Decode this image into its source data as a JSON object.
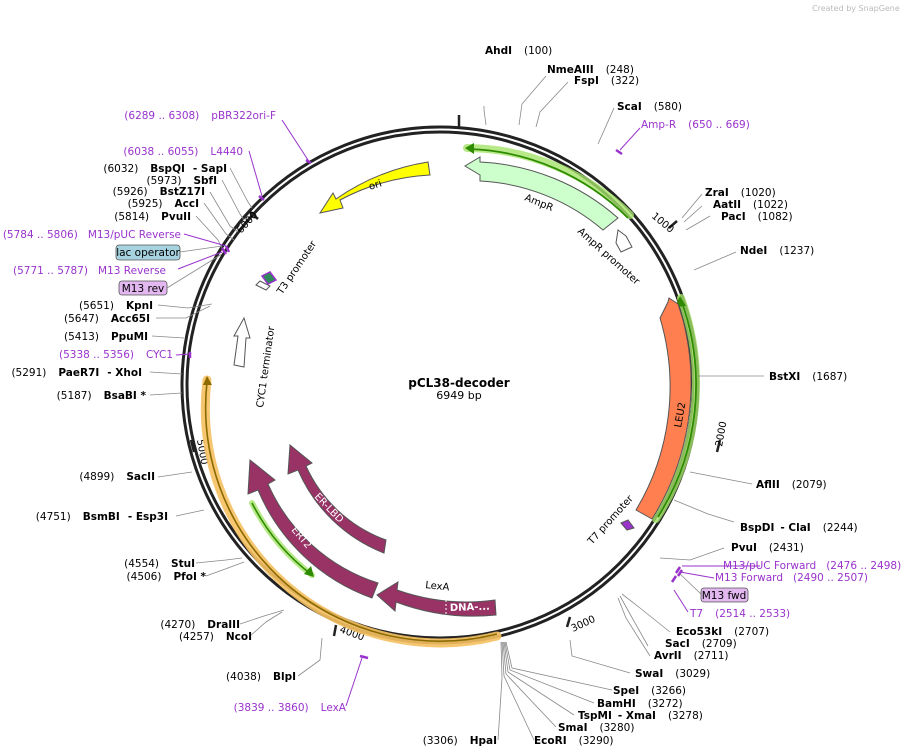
{
  "credit": "Created by SnapGene",
  "plasmid": {
    "name": "pCL38-decoder",
    "size_label": "6949 bp",
    "length": 6949
  },
  "ticks": [
    "1000",
    "2000",
    "3000",
    "4000",
    "5000",
    "6000"
  ],
  "colors": {
    "ori": "#ffff00",
    "ampr": "#ccffcc",
    "leu2": "#ff7f50",
    "lexa": "#993366",
    "primer": "#9933cc",
    "highlight_green": "#a6e36b",
    "highlight_orange": "#f5c060",
    "arrow_green": "#2e8b00"
  },
  "sites": [
    {
      "name": "AhdI",
      "pos": "(100)",
      "suffix": ""
    },
    {
      "name": "NmeAIII",
      "pos": "(248)",
      "suffix": ""
    },
    {
      "name": "FspI",
      "pos": "(322)",
      "suffix": ""
    },
    {
      "name": "ScaI",
      "pos": "(580)",
      "suffix": ""
    },
    {
      "name": "ZraI",
      "pos": "(1020)",
      "suffix": ""
    },
    {
      "name": "AatII",
      "pos": "(1022)",
      "suffix": ""
    },
    {
      "name": "PacI",
      "pos": "(1082)",
      "suffix": ""
    },
    {
      "name": "NdeI",
      "pos": "(1237)",
      "suffix": ""
    },
    {
      "name": "BstXI",
      "pos": "(1687)",
      "suffix": ""
    },
    {
      "name": "AflII",
      "pos": "(2079)",
      "suffix": ""
    },
    {
      "name": "BspDI",
      "pos": "(2244)",
      "suffix": "- ClaI"
    },
    {
      "name": "PvuI",
      "pos": "(2431)",
      "suffix": ""
    },
    {
      "name": "Eco53kI",
      "pos": "(2707)",
      "suffix": ""
    },
    {
      "name": "SacI",
      "pos": "(2709)",
      "suffix": ""
    },
    {
      "name": "AvrII",
      "pos": "(2711)",
      "suffix": ""
    },
    {
      "name": "SwaI",
      "pos": "(3029)",
      "suffix": ""
    },
    {
      "name": "SpeI",
      "pos": "(3266)",
      "suffix": ""
    },
    {
      "name": "BamHI",
      "pos": "(3272)",
      "suffix": ""
    },
    {
      "name": "TspMI",
      "pos": "(3278)",
      "suffix": "- XmaI"
    },
    {
      "name": "SmaI",
      "pos": "(3280)",
      "suffix": ""
    },
    {
      "name": "EcoRI",
      "pos": "(3290)",
      "suffix": ""
    },
    {
      "name": "HpaI",
      "pos": "(3306)",
      "suffix": ""
    },
    {
      "name": "BlpI",
      "pos": "(4038)",
      "suffix": ""
    },
    {
      "name": "NcoI",
      "pos": "(4257)",
      "suffix": ""
    },
    {
      "name": "DraIII",
      "pos": "(4270)",
      "suffix": ""
    },
    {
      "name": "PfoI *",
      "pos": "(4506)",
      "suffix": ""
    },
    {
      "name": "StuI",
      "pos": "(4554)",
      "suffix": ""
    },
    {
      "name": "BsmBI",
      "pos": "(4751)",
      "suffix": "- Esp3I"
    },
    {
      "name": "SacII",
      "pos": "(4899)",
      "suffix": ""
    },
    {
      "name": "BsaBI *",
      "pos": "(5187)",
      "suffix": ""
    },
    {
      "name": "PaeR7I",
      "pos": "(5291)",
      "suffix": "- XhoI"
    },
    {
      "name": "PpuMI",
      "pos": "(5413)",
      "suffix": ""
    },
    {
      "name": "Acc65I",
      "pos": "(5647)",
      "suffix": ""
    },
    {
      "name": "KpnI",
      "pos": "(5651)",
      "suffix": ""
    },
    {
      "name": "PvuII",
      "pos": "(5814)",
      "suffix": ""
    },
    {
      "name": "AccI",
      "pos": "(5925)",
      "suffix": ""
    },
    {
      "name": "BstZ17I",
      "pos": "(5926)",
      "suffix": ""
    },
    {
      "name": "SbfI",
      "pos": "(5973)",
      "suffix": ""
    },
    {
      "name": "BspQI",
      "pos": "(6032)",
      "suffix": "- SapI"
    }
  ],
  "primers": [
    {
      "name": "Amp-R",
      "range": "(650 .. 669)"
    },
    {
      "name": "M13/pUC Forward",
      "range": "(2476 .. 2498)"
    },
    {
      "name": "M13 Forward",
      "range": "(2490 .. 2507)"
    },
    {
      "name": "T7",
      "range": "(2514 .. 2533)"
    },
    {
      "name": "LexA",
      "range": "(3839 .. 3860)"
    },
    {
      "name": "CYC1",
      "range": "(5338 .. 5356)"
    },
    {
      "name": "M13 Reverse",
      "range": "(5771 .. 5787)"
    },
    {
      "name": "M13/pUC Reverse",
      "range": "(5784 .. 5806)"
    },
    {
      "name": "L4440",
      "range": "(6038 .. 6055)"
    },
    {
      "name": "pBR322ori-F",
      "range": "(6289 .. 6308)"
    }
  ],
  "boxes": {
    "lac_operator": "lac operator",
    "m13_rev": "M13 rev",
    "m13_fwd": "M13 fwd"
  },
  "features": {
    "ori": "ori",
    "ampr": "AmpR",
    "ampr_promoter": "AmpR promoter",
    "leu2": "LEU2",
    "t7_promoter": "T7 promoter",
    "lexa": "LexA",
    "dna": "DNA-...",
    "ert2": "ERT2",
    "er_lbd": "ER-LBD",
    "cyc1_terminator": "CYC1 terminator",
    "t3_promoter": "T3 promoter"
  }
}
